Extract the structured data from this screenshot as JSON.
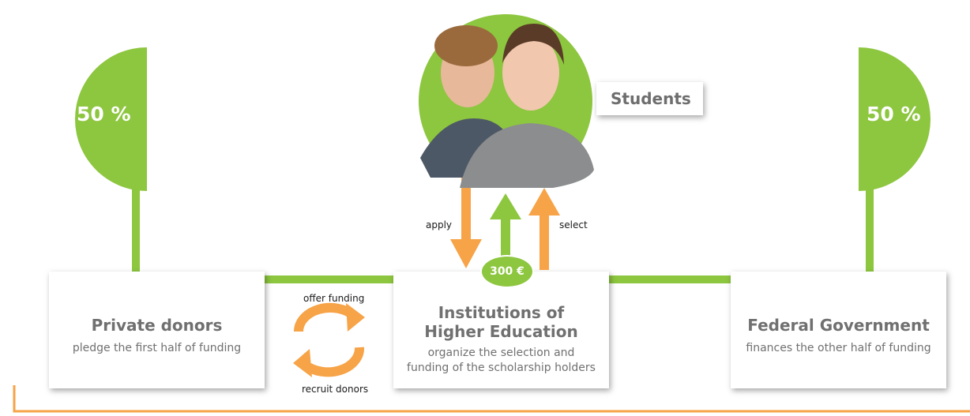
{
  "left_share": {
    "label": "50 %"
  },
  "right_share": {
    "label": "50 %"
  },
  "students": {
    "label": "Students"
  },
  "amount": {
    "label": "300 €"
  },
  "flows": {
    "apply": "apply",
    "select": "select",
    "offer_funding": "offer funding",
    "recruit_donors": "recruit donors"
  },
  "private_donors": {
    "title": "Private donors",
    "description": "pledge the first half of funding"
  },
  "institutions": {
    "title_line1": "Institutions of",
    "title_line2": "Higher Education",
    "description_line1": "organize the selection and",
    "description_line2": "funding of the scholarship holders"
  },
  "federal_government": {
    "title": "Federal Government",
    "description": "finances the other half of funding"
  },
  "colors": {
    "green": "#8dc63f",
    "orange": "#f7a347",
    "box_text": "#707070"
  }
}
